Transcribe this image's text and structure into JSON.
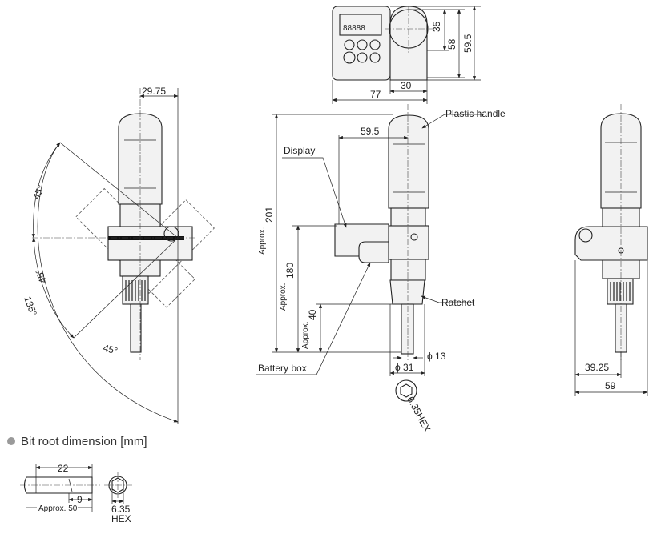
{
  "title": "Bit root dimension [mm]",
  "colors": {
    "line": "#222222",
    "bullet": "#9a9a9a"
  },
  "top_view": {
    "d35": "35",
    "d58": "58",
    "d595": "59.5",
    "d30": "30",
    "d77": "77"
  },
  "left_view": {
    "d2975": "29.75",
    "a1": "45°",
    "a2": "45°",
    "a3": "135°",
    "a4": "45°"
  },
  "front_view": {
    "plastic_handle": "Plastic handle",
    "display": "Display",
    "d595": "59.5",
    "approx": "Approx.",
    "d201": "201",
    "d180": "180",
    "d40": "40",
    "ratchet": "Ratchet",
    "phi13": "ϕ 13",
    "phi31": "ϕ 31",
    "battery_box": "Battery box",
    "hex": "6.35HEX"
  },
  "right_view": {
    "d3925": "39.25",
    "d59": "59"
  },
  "bit_root": {
    "d22": "22",
    "d9": "9",
    "approx50": "Approx. 50",
    "d635": "6.35",
    "hex": "HEX"
  }
}
